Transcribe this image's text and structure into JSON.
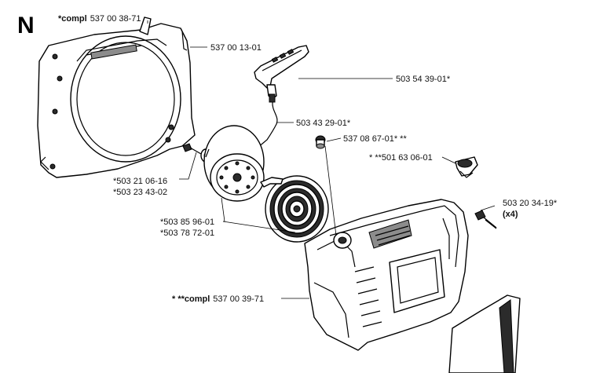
{
  "section_letter": "N",
  "callouts": {
    "cover_compl": {
      "prefix": "*compl",
      "number": "537 00 38-71"
    },
    "cover_part": "537 00 13-01",
    "handle": "503 54 39-01*",
    "cord": "503 43 29-01*",
    "bushing": "537 08 67-01* **",
    "valve": "* **501 63 06-01",
    "bolt_1": "*503 21 06-16",
    "bolt_2": "*503 23 43-02",
    "screw": "503 20 34-19*",
    "screw_qty": "(x4)",
    "pulley_1": "*503 85 96-01",
    "pulley_2": "*503 78 72-01",
    "starter_compl": {
      "prefix": "* **compl",
      "number": "537 00 39-71"
    }
  }
}
